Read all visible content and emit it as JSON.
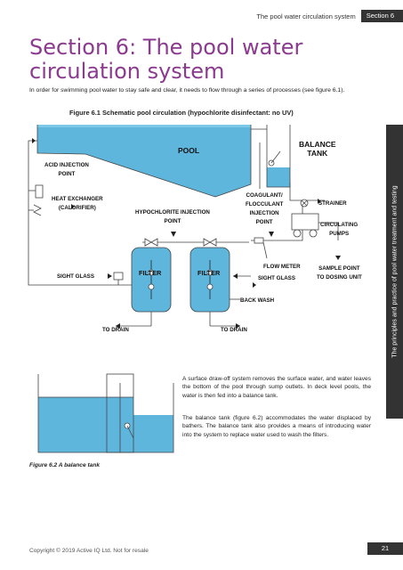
{
  "header": {
    "running_title": "The pool water circulation system",
    "section_tab": "Section 6"
  },
  "title": "Section 6: The pool water circulation system",
  "intro": "In order for swimming pool water to stay safe and clear, it needs to flow through a series of processes (see figure 6.1).",
  "figure1": {
    "caption": "Figure 6.1 Schematic pool circulation (hypochlorite disinfectant: no UV)",
    "labels": {
      "pool": "POOL",
      "balance_tank_1": "BALANCE",
      "balance_tank_2": "TANK",
      "acid_injection_1": "ACID INJECTION",
      "acid_injection_2": "POINT",
      "heat_exchanger_1": "HEAT EXCHANGER",
      "heat_exchanger_2": "(CALORIFIER)",
      "hypochlorite_1": "HYPOCHLORITE INJECTION",
      "hypochlorite_2": "POINT",
      "coagulant_1": "COAGULANT/",
      "coagulant_2": "FLOCCULANT",
      "coagulant_3": "INJECTION",
      "coagulant_4": "POINT",
      "strainer": "STRAINER",
      "circulating_1": "CIRCULATING",
      "circulating_2": "PUMPS",
      "sight_glass_left": "SIGHT GLASS",
      "filter_1": "FILTER",
      "filter_2": "FILTER",
      "flow_meter": "FLOW METER",
      "sight_glass_right": "SIGHT GLASS",
      "sample_point_1": "SAMPLE POINT",
      "sample_point_2": "TO DOSING UNIT",
      "back_wash": "BACK WASH",
      "to_drain_1": "TO DRAIN",
      "to_drain_2": "TO DRAIN"
    }
  },
  "paragraphs": [
    "A surface draw-off system removes the surface water, and water leaves the bottom of the pool through sump outlets. In deck level pools, the water is then fed into a balance tank.",
    "The balance tank (figure 6.2) accommodates the water displaced by bathers. The balance tank also provides a means of introducing water into the system to replace water used to wash the filters."
  ],
  "figure2": {
    "caption": "Figure 6.2 A balance tank"
  },
  "sidebar": {
    "text": "The principles and practice of pool water treatment and testing"
  },
  "footer": {
    "copyright": "Copyright © 2019 Active IQ Ltd. Not for resale",
    "page_number": "21"
  },
  "colors": {
    "accent": "#8b3a8f",
    "water": "#5fb6dd",
    "filter": "#5fb6dd",
    "dark": "#333333"
  }
}
